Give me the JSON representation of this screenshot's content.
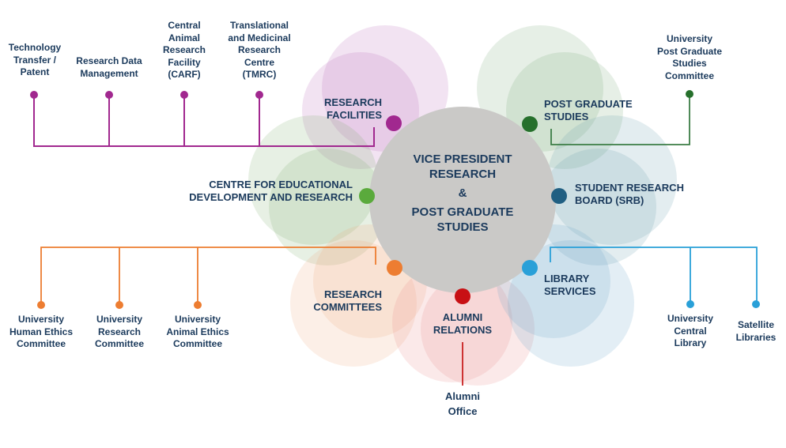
{
  "colors": {
    "text": "#1b3a5c",
    "center_gray": "#cac9c7",
    "purple": "#a1288f",
    "dark_green": "#26702c",
    "green_line": "#3c7d46",
    "mid_green": "#5aaa3c",
    "teal": "#205f82",
    "orange": "#ed7d31",
    "light_blue": "#29a0d8",
    "red": "#c81014",
    "red_line": "#c82020",
    "petal_pink": "#b763b7",
    "petal_green_tr": "#77a477",
    "petal_green_l": "#7cab6a",
    "petal_steel": "#649bac",
    "petal_orange": "#f0a878",
    "petal_red": "#e98585",
    "petal_blue": "#64a1c8"
  },
  "center": {
    "line1": "VICE PRESIDENT\nRESEARCH",
    "amp": "&",
    "line2": "POST GRADUATE\nSTUDIES"
  },
  "spokes": {
    "research_facilities": {
      "label": "RESEARCH\nFACILITIES"
    },
    "post_graduate_studies": {
      "label": "POST GRADUATE\nSTUDIES"
    },
    "cedr": {
      "label": "CENTRE FOR EDUCATIONAL\nDEVELOPMENT AND RESEARCH"
    },
    "srb": {
      "label": "STUDENT RESEARCH\nBOARD (SRB)"
    },
    "research_committees": {
      "label": "RESEARCH COMMITTEES"
    },
    "library_services": {
      "label": "LIBRARY\nSERVICES"
    },
    "alumni_relations": {
      "label": "ALUMNI\nRELATIONS"
    }
  },
  "satellites": {
    "technology_transfer": {
      "label": "Technology\nTransfer /\nPatent"
    },
    "research_data": {
      "label": "Research Data\nManagement"
    },
    "carf": {
      "label": "Central\nAnimal\nResearch\nFacility\n(CARF)"
    },
    "tmrc": {
      "label": "Translational\nand Medicinal\nResearch\nCentre\n(TMRC)"
    },
    "upgsc": {
      "label": "University\nPost Graduate\nStudies\nCommittee"
    },
    "uhec": {
      "label": "University\nHuman Ethics\nCommittee"
    },
    "urc": {
      "label": "University\nResearch\nCommittee"
    },
    "uaec": {
      "label": "University\nAnimal Ethics\nCommittee"
    },
    "ucl": {
      "label": "University\nCentral\nLibrary"
    },
    "satellite_libraries": {
      "label": "Satellite\nLibraries"
    },
    "alumni_office": {
      "label": "Alumni\nOffice"
    }
  }
}
